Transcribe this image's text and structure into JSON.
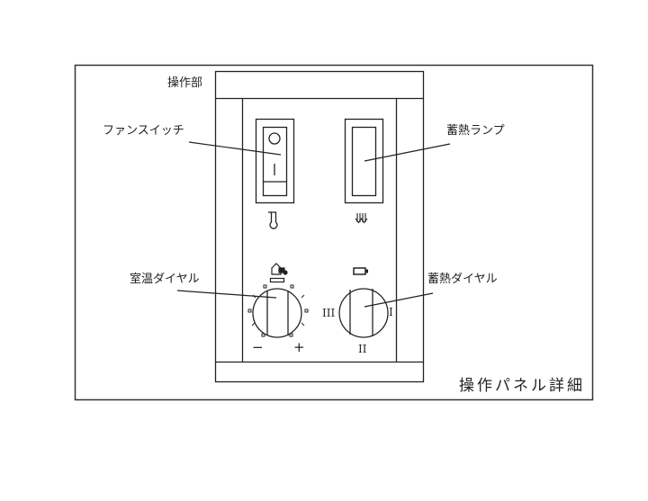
{
  "diagram": {
    "title": "操作パネル詳細",
    "labels": {
      "operation_section": "操作部",
      "fan_switch": "ファンスイッチ",
      "storage_lamp": "蓄熱ランプ",
      "room_temp_dial": "室温ダイヤル",
      "storage_dial": "蓄熱ダイヤル"
    },
    "room_temp_dial_marks": {
      "minus": "−",
      "plus": "+"
    },
    "storage_dial_marks": {
      "one": "I",
      "two": "II",
      "three": "III"
    },
    "icons": {
      "fan_switch_symbol": "thermometer-icon",
      "storage_lamp_symbol": "heater-coil-icon",
      "room_temp_symbol": "house-fan-icon",
      "storage_symbol": "battery-icon"
    },
    "colors": {
      "line": "#222222",
      "background": "#ffffff"
    }
  }
}
